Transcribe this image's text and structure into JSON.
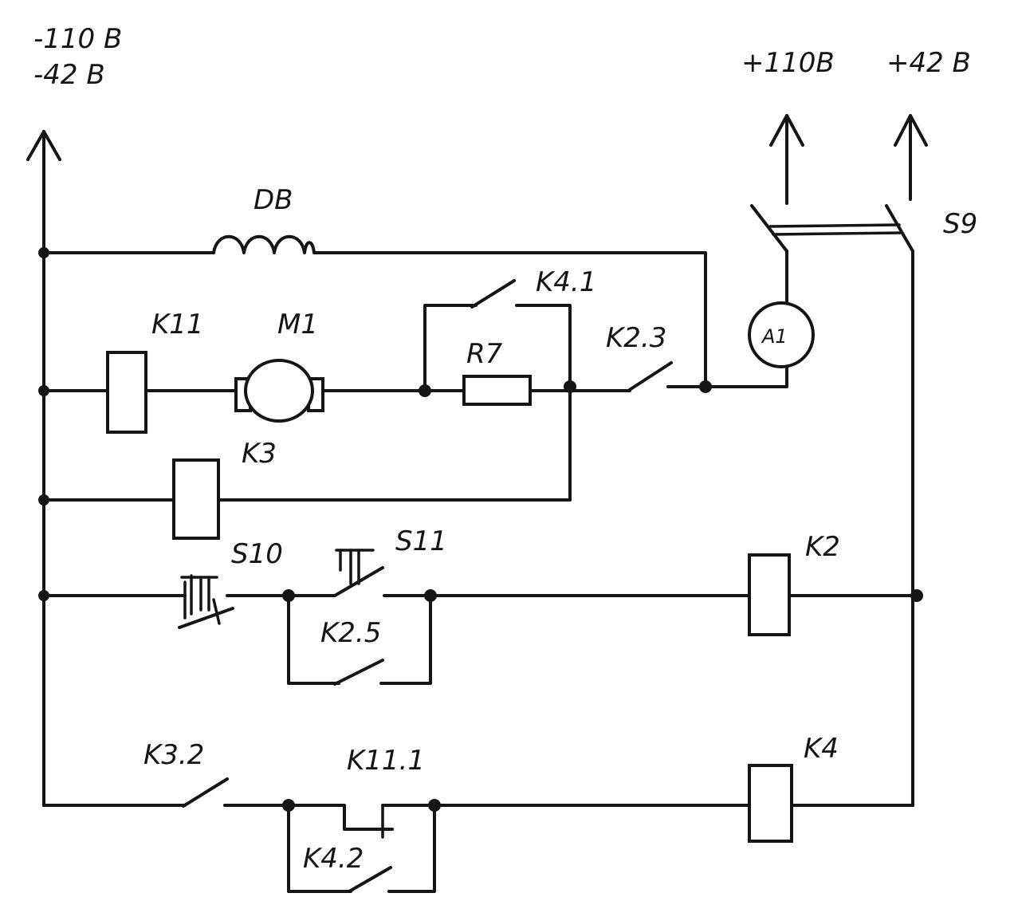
{
  "supply": {
    "negative_1": "-110 В",
    "negative_2": "-42 В",
    "positive_1": "+110В",
    "positive_2": "+42 В"
  },
  "components": {
    "field_winding": "DB",
    "relay_k11": "K11",
    "motor_m1": "M1",
    "contact_k4_1": "K4.1",
    "resistor_r7": "R7",
    "contact_k2_3": "K2.3",
    "relay_k3": "K3",
    "ammeter": "A1",
    "switch_s9": "S9",
    "button_s10": "S10",
    "button_s11": "S11",
    "contact_k2_5": "K2.5",
    "relay_k2": "K2",
    "contact_k3_2": "K3.2",
    "contact_k11_1": "K11.1",
    "contact_k4_2": "K4.2",
    "relay_k4": "K4"
  }
}
